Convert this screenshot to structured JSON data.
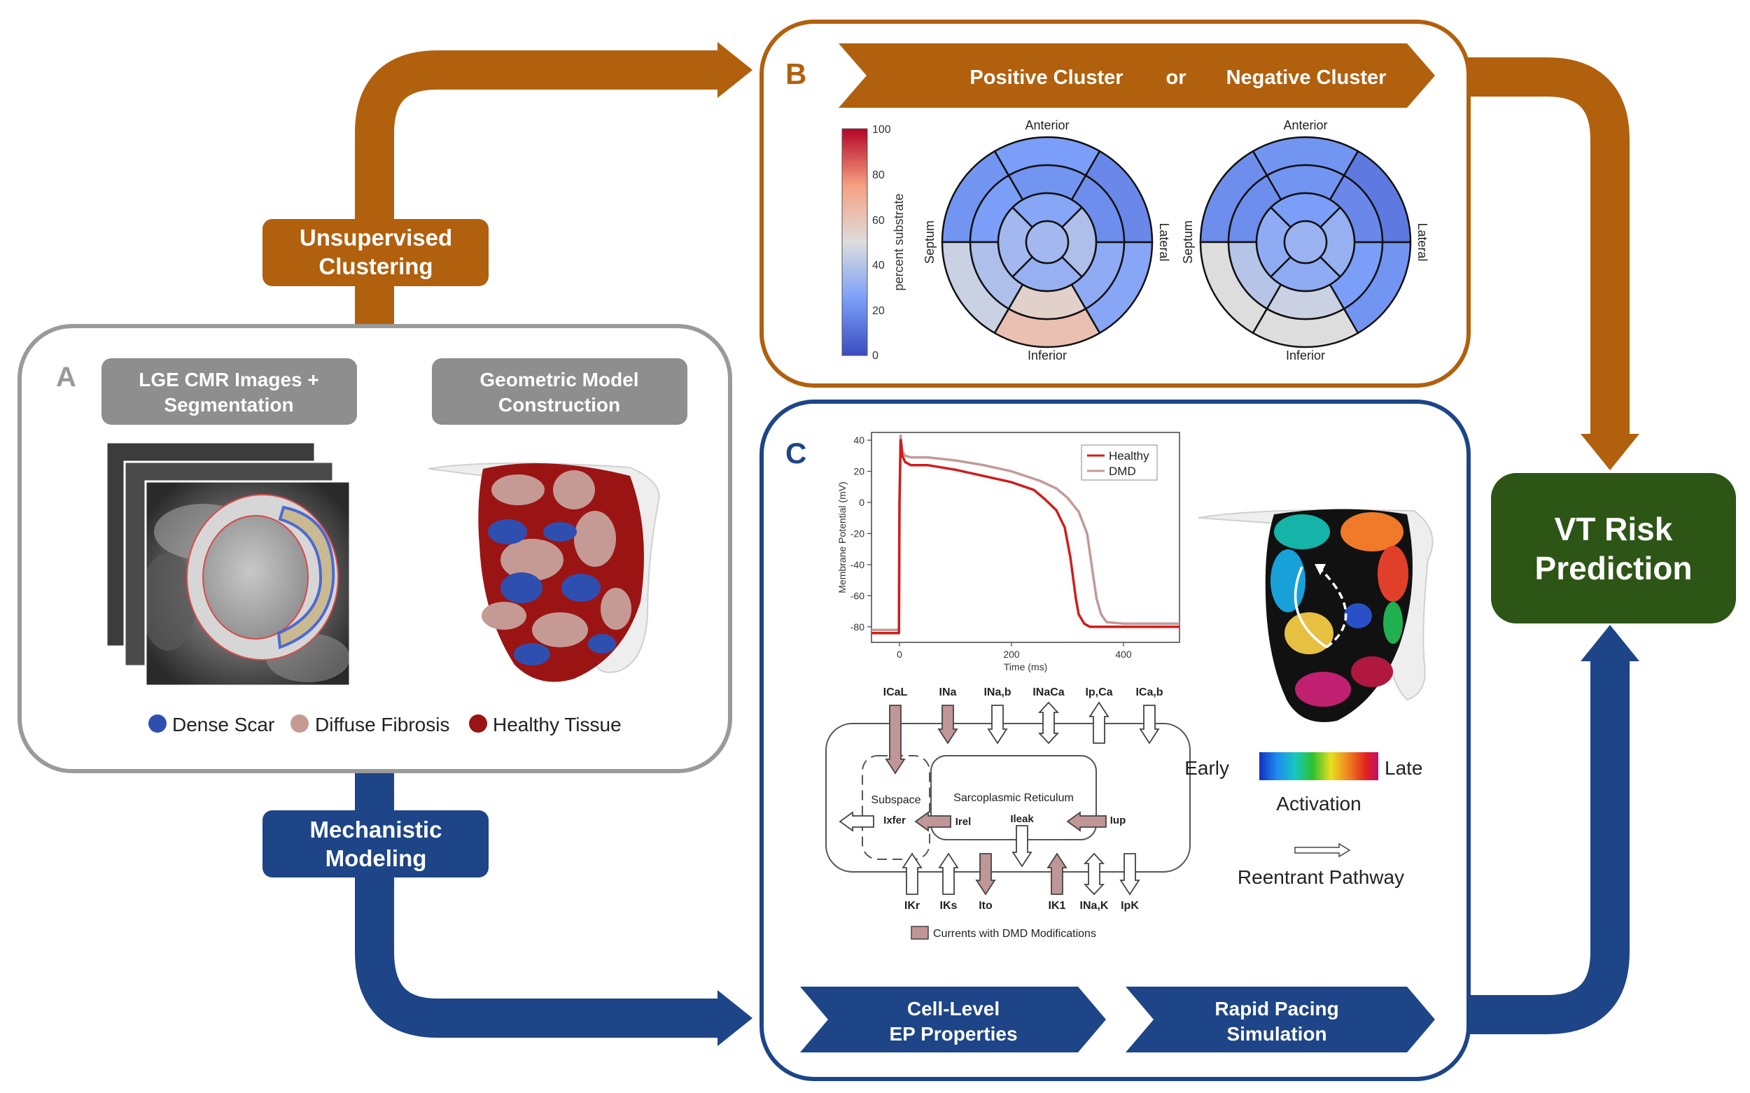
{
  "colors": {
    "orange": "#B1600E",
    "blue": "#1D4587",
    "green": "#2D5516",
    "gray": "#8E8E8E",
    "scar": "#2F4FB0",
    "fibrosis": "#C59A94",
    "healthy": "#9B1414",
    "dmd_current": "#C09696"
  },
  "arrows": {
    "clustering_label_line1": "Unsupervised",
    "clustering_label_line2": "Clustering",
    "modeling_label_line1": "Mechanistic",
    "modeling_label_line2": "Modeling"
  },
  "panel_a": {
    "letter": "A",
    "header_left_line1": "LGE CMR Images +",
    "header_left_line2": "Segmentation",
    "header_right_line1": "Geometric Model",
    "header_right_line2": "Construction",
    "legend": [
      {
        "label": "Dense Scar",
        "color": "#2F4FB0"
      },
      {
        "label": "Diffuse Fibrosis",
        "color": "#C59A94"
      },
      {
        "label": "Healthy Tissue",
        "color": "#9B1414"
      }
    ]
  },
  "panel_b": {
    "letter": "B",
    "banner_left": "Positive Cluster",
    "banner_mid": "or",
    "banner_right": "Negative Cluster",
    "colorbar_label": "percent substrate",
    "colorbar_ticks": [
      "100",
      "80",
      "60",
      "40",
      "20",
      "0"
    ],
    "bullseye_labels": {
      "top": "Anterior",
      "bottom": "Inferior",
      "left": "Septum",
      "right": "Lateral"
    },
    "positive_cluster": {
      "ring1": [
        25,
        22,
        45,
        62,
        28,
        18
      ],
      "ring2": [
        22,
        25,
        38,
        55,
        30,
        20
      ],
      "ring3": [
        28,
        35,
        32,
        38
      ],
      "apex": 35
    },
    "negative_cluster": {
      "ring1": [
        22,
        20,
        50,
        50,
        22,
        14
      ],
      "ring2": [
        22,
        20,
        40,
        45,
        25,
        18
      ],
      "ring3": [
        25,
        30,
        30,
        32
      ],
      "apex": 33
    }
  },
  "panel_c": {
    "letter": "C",
    "chart_data": {
      "type": "line",
      "xlabel": "Time (ms)",
      "ylabel": "Membrane Potential (mV)",
      "xlim": [
        -50,
        500
      ],
      "ylim": [
        -90,
        45
      ],
      "x_ticks": [
        "0",
        "200",
        "400"
      ],
      "y_ticks": [
        "40",
        "20",
        "0",
        "-20",
        "-40",
        "-60",
        "-80"
      ],
      "series": [
        {
          "name": "Healthy",
          "color": "#D01C1C",
          "x": [
            -50,
            -1,
            0,
            2,
            5,
            10,
            20,
            50,
            100,
            150,
            200,
            240,
            260,
            280,
            295,
            305,
            315,
            320,
            330,
            340,
            400,
            500
          ],
          "y": [
            -84,
            -84,
            0,
            40,
            30,
            26,
            24,
            24,
            21,
            17,
            13,
            8,
            2,
            -5,
            -16,
            -35,
            -62,
            -72,
            -78,
            -80,
            -80,
            -80
          ]
        },
        {
          "name": "DMD",
          "color": "#C29A98",
          "x": [
            -50,
            -1,
            0,
            2,
            5,
            10,
            20,
            50,
            100,
            150,
            200,
            250,
            280,
            300,
            320,
            335,
            345,
            352,
            360,
            370,
            400,
            500
          ],
          "y": [
            -82,
            -82,
            0,
            43,
            33,
            30,
            29,
            29,
            27,
            24,
            20,
            14,
            9,
            3,
            -6,
            -20,
            -45,
            -62,
            -72,
            -77,
            -78,
            -78
          ]
        }
      ]
    },
    "currents_top": [
      "ICaL",
      "INa",
      "INa,b",
      "INaCa",
      "Ip,Ca",
      "ICa,b"
    ],
    "currents_bottom": [
      "IKr",
      "IKs",
      "Ito",
      "IK1",
      "INa,K",
      "IpK"
    ],
    "subspace_label": "Subspace",
    "ixfer_label": "Ixfer",
    "sr_label": "Sarcoplasmic Reticulum",
    "irel_label": "Irel",
    "ileak_label": "Ileak",
    "iup_label": "Iup",
    "dmd_legend": "Currents with DMD Modifications",
    "activation_early": "Early",
    "activation_late": "Late",
    "activation_label": "Activation",
    "reentrant_label": "Reentrant Pathway",
    "banner_left_line1": "Cell-Level",
    "banner_left_line2": "EP Properties",
    "banner_right_line1": "Rapid Pacing",
    "banner_right_line2": "Simulation"
  },
  "result": {
    "line1": "VT Risk",
    "line2": "Prediction"
  }
}
